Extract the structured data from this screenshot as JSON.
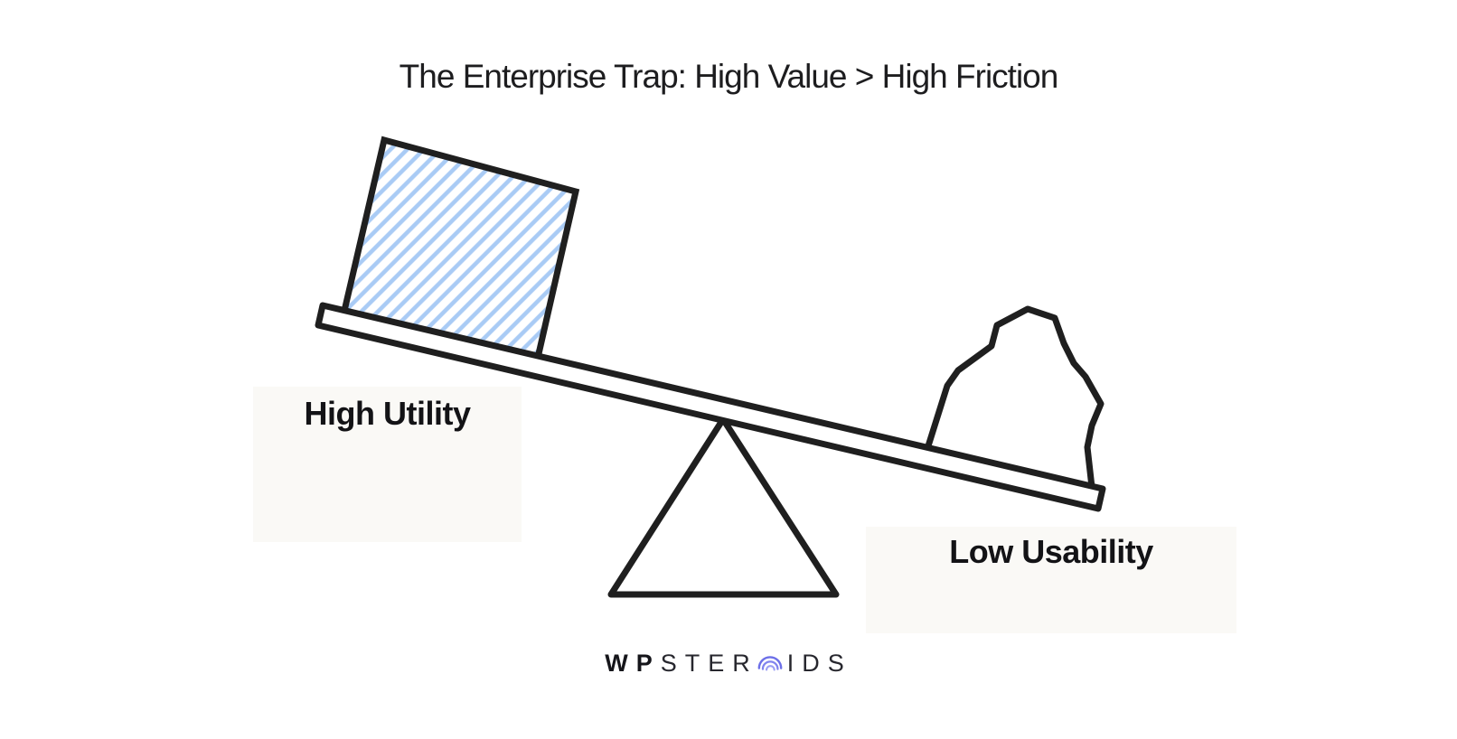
{
  "title": "The Enterprise Trap: High Value > High Friction",
  "seesaw": {
    "left_label": "High Utility",
    "right_label": "Low Usability",
    "left_load_icon": "hatched-square-block-icon",
    "right_load_icon": "rock-icon",
    "tilt": "left-side-up-right-side-down"
  },
  "logo": {
    "wp": "WP",
    "ster": "STER",
    "ids": "IDS",
    "o_icon": "concentric-arcs-icon"
  },
  "colors": {
    "background": "#ffffff",
    "line": "#1f1f1f",
    "hatch_blue": "#a9cbf5",
    "label_box": "#faf9f6",
    "title_text": "#1d1d1f",
    "label_text": "#131316",
    "logo_dark": "#15151a",
    "logo_thin": "#27272e",
    "logo_accent": "#6d70e8"
  }
}
